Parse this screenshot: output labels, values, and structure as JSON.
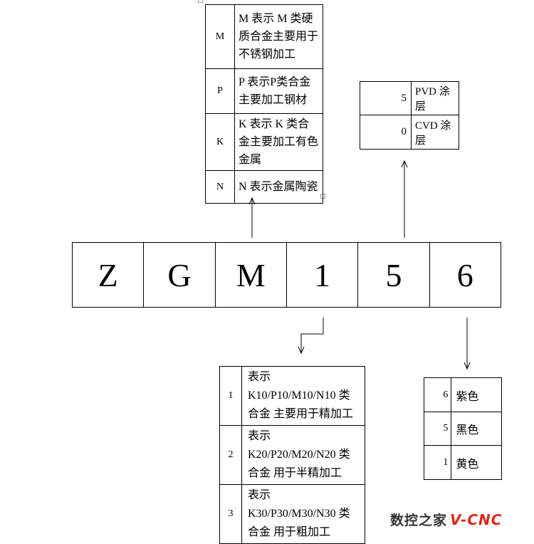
{
  "code_row": [
    "Z",
    "G",
    "M",
    "1",
    "5",
    "6"
  ],
  "material_table": [
    {
      "code": "M",
      "desc": "M 表示 M 类硬质合金主要用于不锈钢加工"
    },
    {
      "code": "P",
      "desc": "P 表示P类合金主要加工钢材"
    },
    {
      "code": "K",
      "desc": "K 表示 K 类合金主要加工有色金属"
    },
    {
      "code": "N",
      "desc": "N 表示金属陶瓷"
    }
  ],
  "coating_table": [
    {
      "num": "5",
      "text": "PVD 涂层"
    },
    {
      "num": "0",
      "text": "CVD 涂层"
    }
  ],
  "grade_table": [
    {
      "num": "1",
      "desc": "表示 K10/P10/M10/N10 类合金 主要用于精加工"
    },
    {
      "num": "2",
      "desc": "表示 K20/P20/M20/N20 类合金 用于半精加工"
    },
    {
      "num": "3",
      "desc": "表示 K30/P30/M30/N30 类合金 用于粗加工"
    }
  ],
  "color_table": [
    {
      "num": "6",
      "text": "紫色"
    },
    {
      "num": "5",
      "text": "黑色"
    },
    {
      "num": "1",
      "text": "黄色"
    }
  ],
  "watermark": {
    "cn": "数控之家",
    "en": "V-CNC",
    "en_color": "#e0261b"
  }
}
